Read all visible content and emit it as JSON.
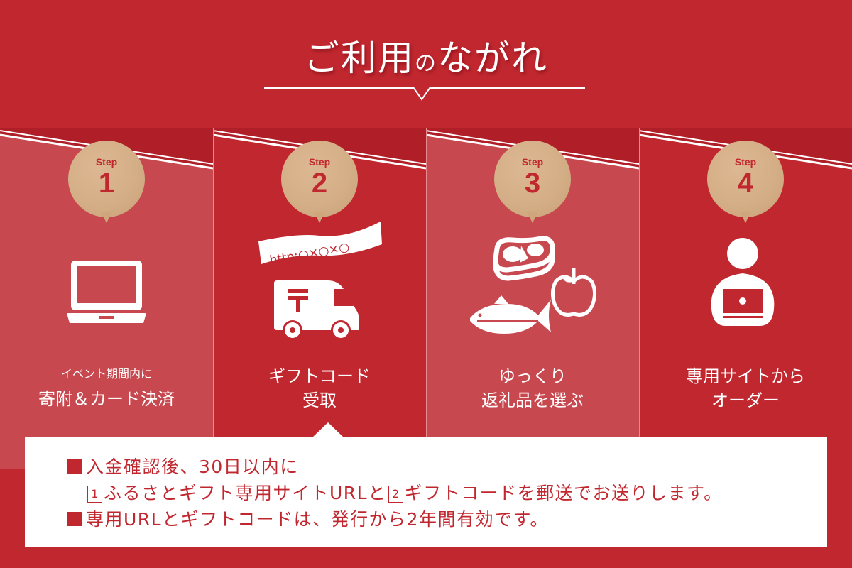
{
  "header": {
    "title_part1": "ご利用",
    "title_part2": "の",
    "title_part3": "ながれ"
  },
  "steps": [
    {
      "step_label": "Step",
      "number": "1",
      "icon": "laptop-icon",
      "line1": "イベント期間内に",
      "line2": "寄附＆カード決済"
    },
    {
      "step_label": "Step",
      "number": "2",
      "icon": "delivery-truck-icon",
      "banner_text": "http:○×○×○",
      "line1": "ギフトコード",
      "line2": "受取"
    },
    {
      "step_label": "Step",
      "number": "3",
      "icon": "food-icons",
      "line1": "ゆっくり",
      "line2": "返礼品を選ぶ"
    },
    {
      "step_label": "Step",
      "number": "4",
      "icon": "person-laptop-icon",
      "line1": "専用サイトから",
      "line2": "オーダー"
    }
  ],
  "info": {
    "line1": "入金確認後、30日以内に",
    "line2_box1": "1",
    "line2_a": "ふるさとギフト専用サイトURLと",
    "line2_box2": "2",
    "line2_b": "ギフトコードを郵送でお送りします。",
    "line3": "専用URLとギフトコードは、発行から2年間有効です。"
  },
  "colors": {
    "primary_red": "#c1272f",
    "light_red": "#c8484f",
    "kraft": "#d4ae86",
    "white": "#ffffff"
  }
}
